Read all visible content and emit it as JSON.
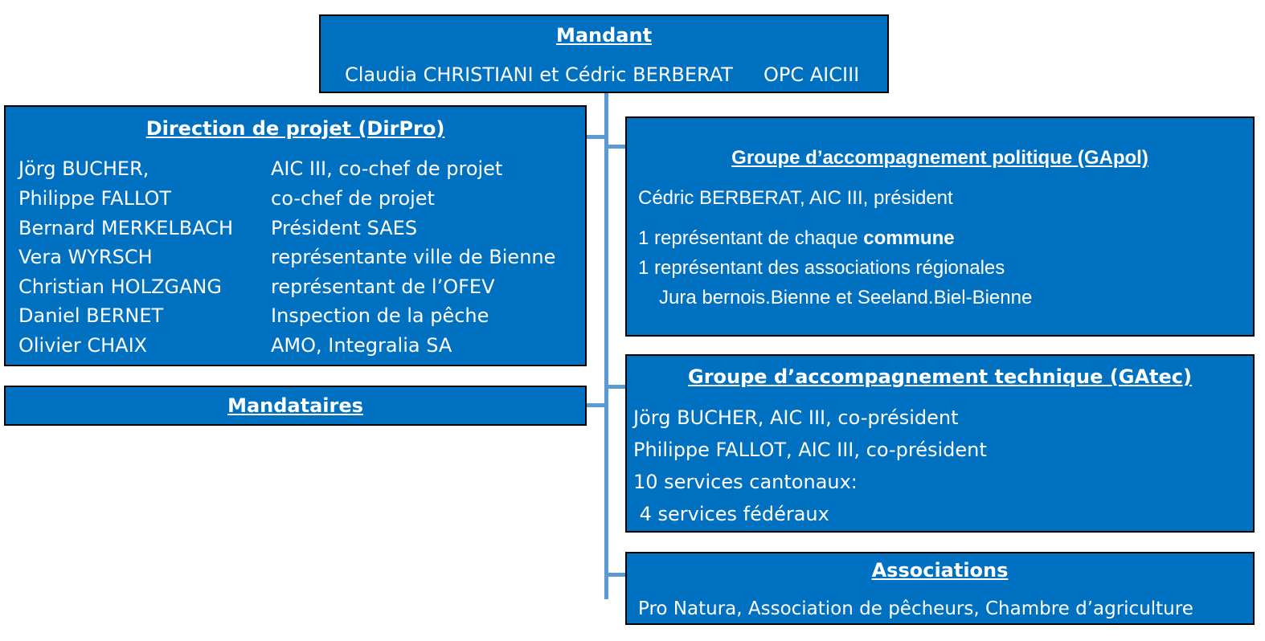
{
  "mandant": {
    "title": "Mandant",
    "members": "Claudia CHRISTIANI et Cédric BERBERAT",
    "org": "OPC AICIII"
  },
  "dirpro": {
    "title": "Direction de projet (DirPro)",
    "rows": [
      {
        "name": "Jörg BUCHER,",
        "role": "AIC III, co-chef de  projet"
      },
      {
        "name": "Philippe FALLOT",
        "role": "co-chef de projet"
      },
      {
        "name": "Bernard MERKELBACH",
        "role": "Président SAES"
      },
      {
        "name": "Vera WYRSCH",
        "role": "représentante ville de Bienne"
      },
      {
        "name": "Christian HOLZGANG",
        "role": "représentant de l’OFEV"
      },
      {
        "name": "Daniel BERNET",
        "role": "Inspection de la pêche"
      },
      {
        "name": "Olivier CHAIX",
        "role": "AMO, Integralia SA"
      }
    ]
  },
  "mandataires": {
    "title": "Mandataires"
  },
  "gapol": {
    "title": "Groupe d’accompagnement politique (GApol)",
    "president": "Cédric BERBERAT, AIC III, président",
    "line1_prefix": "1 représentant de chaque ",
    "line1_bold": "commune",
    "line2": "1 représentant des associations régionales",
    "line3": "Jura bernois.Bienne et Seeland.Biel-Bienne"
  },
  "gatec": {
    "title": "Groupe d’accompagnement technique (GAtec)",
    "lines": [
      "Jörg BUCHER, AIC III, co-président",
      "Philippe FALLOT, AIC III, co-président",
      "10 services cantonaux:",
      " 4 services fédéraux"
    ]
  },
  "associations": {
    "title": "Associations",
    "members": "Pro Natura, Association de pêcheurs, Chambre d’agriculture"
  },
  "colors": {
    "box": "#0070C0",
    "connector": "#5B9BD5",
    "border": "#000000",
    "text": "#ffffff"
  }
}
